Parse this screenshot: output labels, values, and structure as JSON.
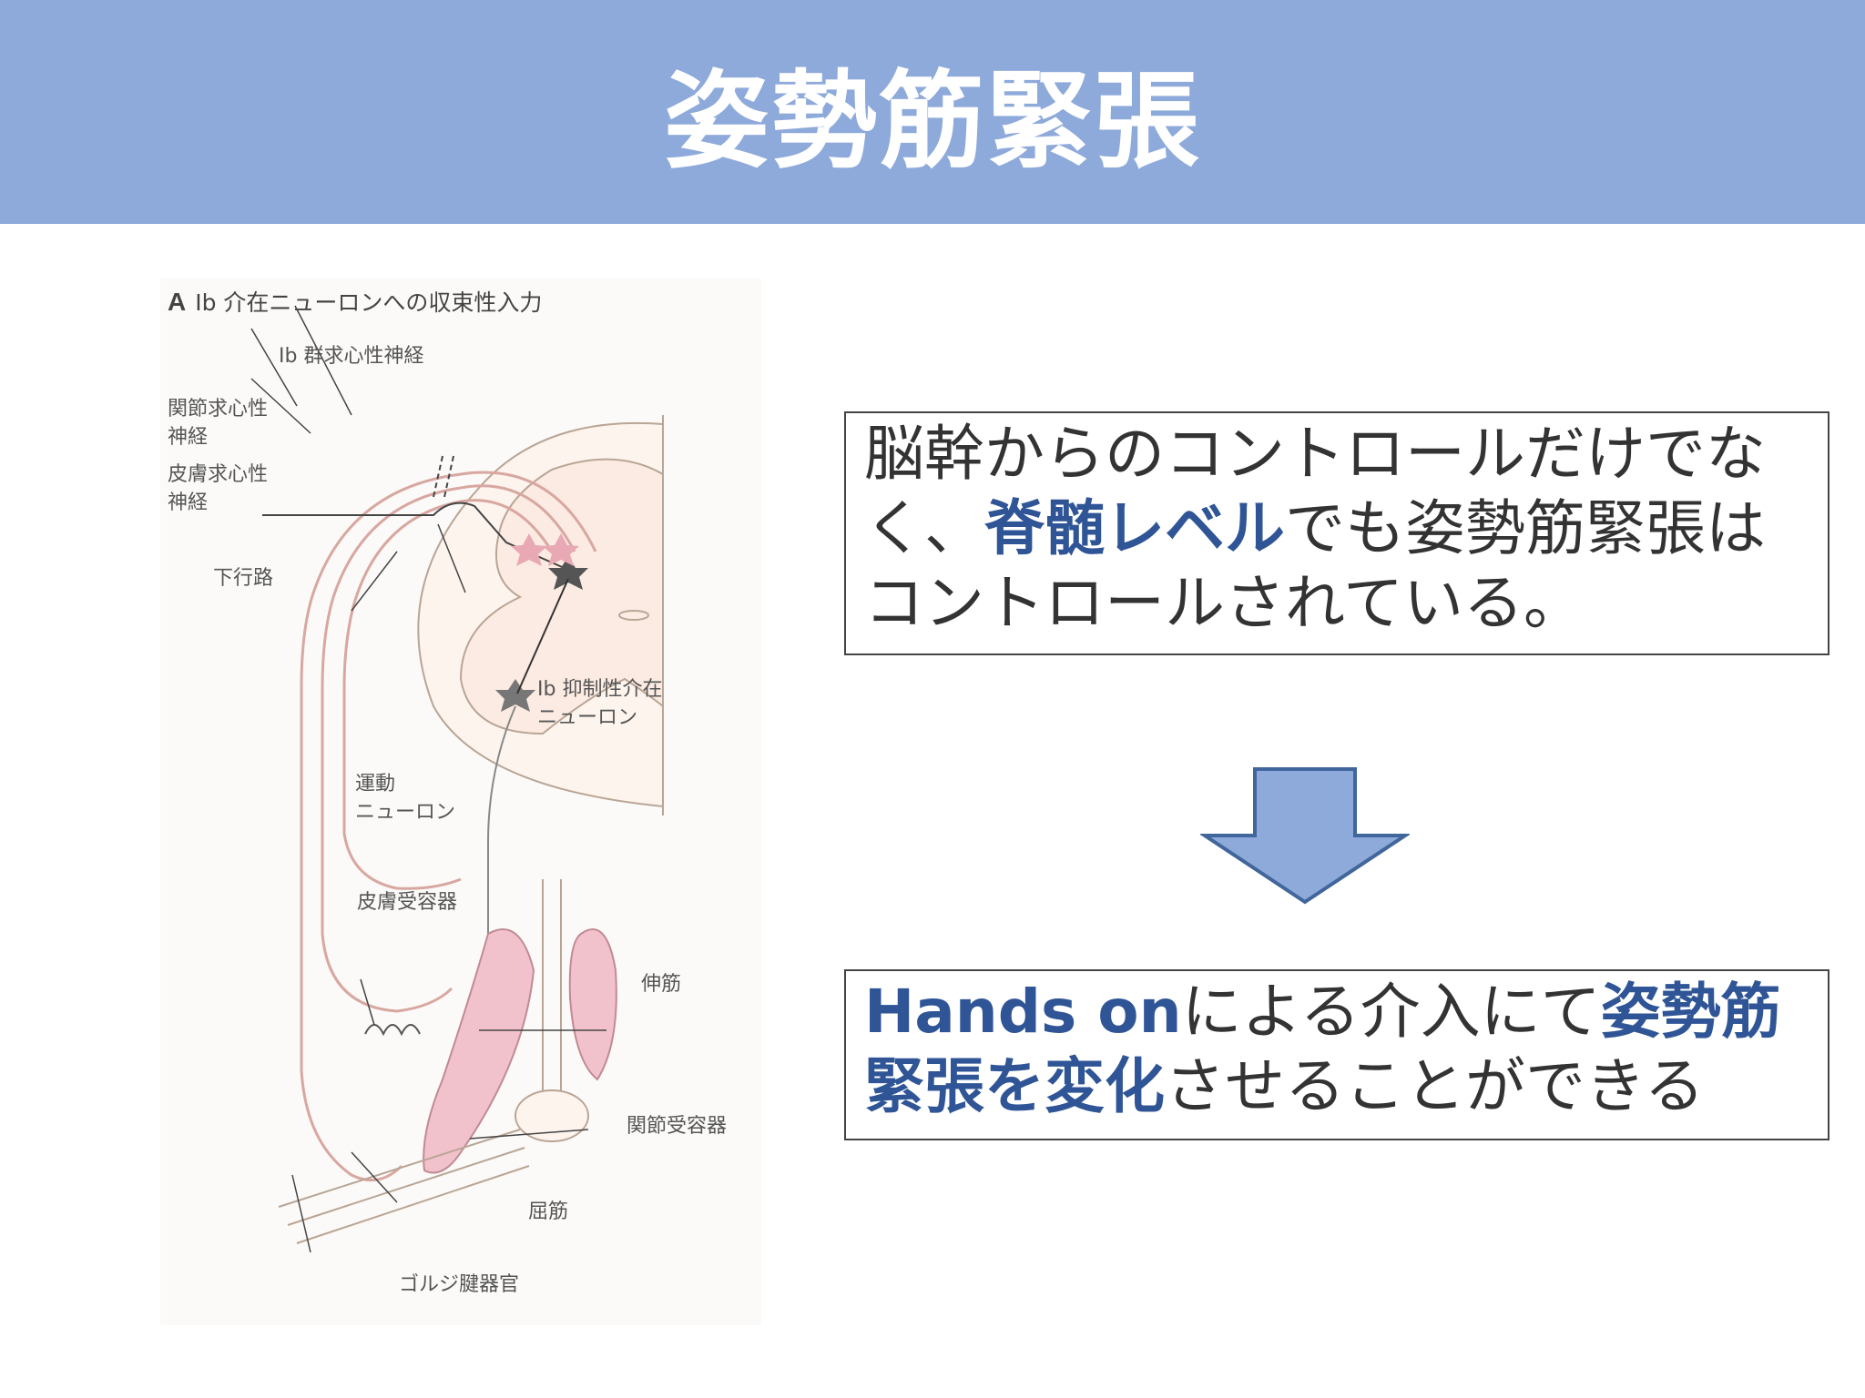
{
  "title": "姿勢筋緊張",
  "figure": {
    "heading_letter": "A",
    "heading_text": "Ib 介在ニューロンへの収束性入力",
    "labels": {
      "ib_afferent": "Ib 群求心性神経",
      "joint_afferent": "関節求心性\n神経",
      "skin_afferent": "皮膚求心性\n神経",
      "descending": "下行路",
      "ib_inhibitory": "Ib 抑制性介在\nニューロン",
      "motor_neuron": "運動\nニューロン",
      "skin_receptor": "皮膚受容器",
      "extensor": "伸筋",
      "joint_receptor": "関節受容器",
      "flexor": "屈筋",
      "golgi": "ゴルジ腱器官"
    }
  },
  "box1": {
    "line1": "脳幹からのコントロールだけでな",
    "line2_a": "く、",
    "line2_hl": "脊髄レベル",
    "line2_b": "でも姿勢筋緊張は",
    "line3": "コントロールされている。"
  },
  "box2": {
    "line1_hl_a": "Hands on",
    "line1_mid": "による介入にて",
    "line1_hl_b": "姿勢筋",
    "line2_hl": "緊張を変化",
    "line2_b": "させることができる"
  },
  "colors": {
    "title_bar": "#8eaadb",
    "highlight": "#2f5597",
    "arrow_fill": "#8eaadb",
    "arrow_stroke": "#41669b",
    "muscle": "#f2c2cc"
  }
}
